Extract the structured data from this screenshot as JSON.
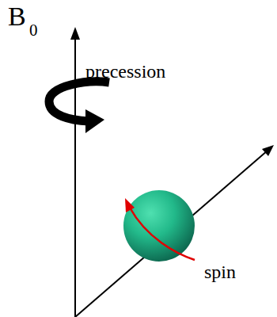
{
  "diagram": {
    "labels": [
      "B",
      "0",
      "precession",
      "spin"
    ]
  }
}
